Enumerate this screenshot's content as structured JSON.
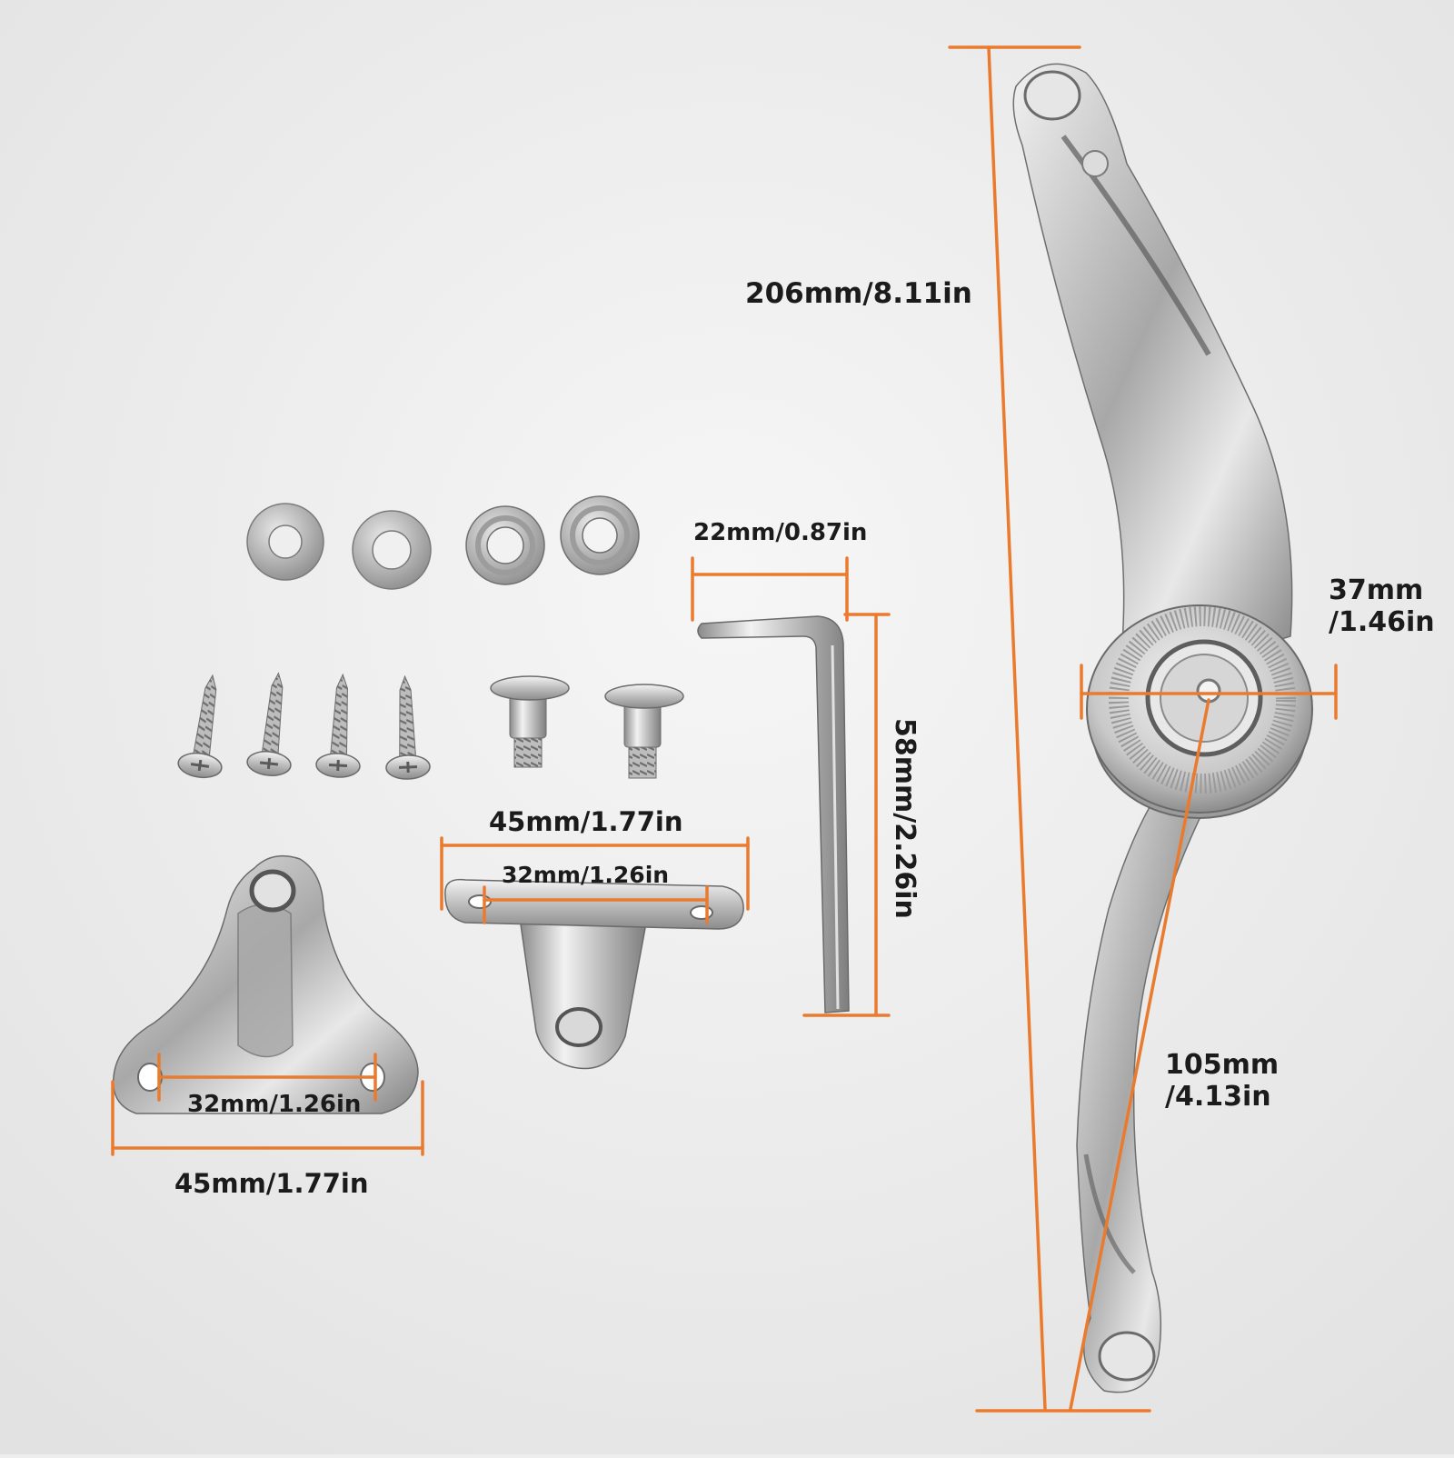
{
  "colors": {
    "background": "#eeeeee",
    "dimension_line": "#ea7a2d",
    "metal_light": "#f4f4f4",
    "metal_mid": "#b9b9b9",
    "metal_dark": "#7a7a7a",
    "text": "#1b1b1b"
  },
  "icons": [
    "washer-icon",
    "wood-screw-icon",
    "shoulder-bolt-icon",
    "hex-key-icon",
    "stay-arm-icon",
    "mounting-bracket-icon"
  ],
  "dimensions": {
    "arm_total_length": "206mm/8.11in",
    "hex_key_width": "22mm/0.87in",
    "hex_key_height": "58mm/2.26in",
    "hinge_diameter_line1": "37mm",
    "hinge_diameter_line2": "/1.46in",
    "arm_lower_line1": "105mm",
    "arm_lower_line2": "/4.13in",
    "plate_total_width": "45mm/1.77in",
    "plate_hole_spacing": "32mm/1.26in",
    "left_bracket_hole_spacing": "32mm/1.26in",
    "left_bracket_total_width": "45mm/1.77in"
  }
}
